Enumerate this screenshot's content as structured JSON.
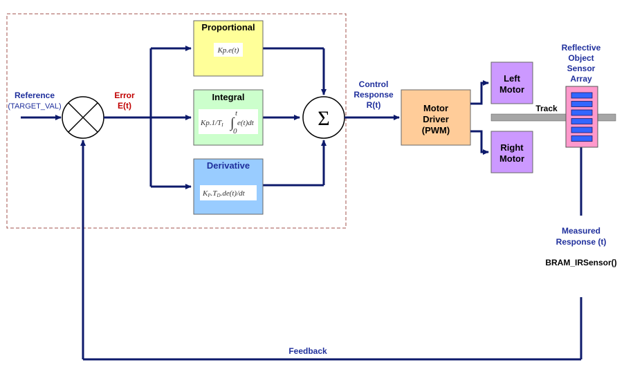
{
  "colors": {
    "line": "#0d1a6b",
    "dashed_border": "#a0524b",
    "proportional_fill": "#ffff99",
    "integral_fill": "#ccffcc",
    "derivative_fill": "#99ccff",
    "motor_driver_fill": "#ffcc99",
    "motor_fill": "#cc99ff",
    "sensor_fill": "#ff99cc",
    "sensor_cell": "#3366ff",
    "track": "#a6a6a6",
    "label_blue": "#1f2f9c",
    "label_red": "#c00000"
  },
  "labels": {
    "reference": "Reference",
    "target_val": "(TARGET_VAL)",
    "error_1": "Error",
    "error_2": "E(t)",
    "control_1": "Control",
    "control_2": "Response",
    "control_3": "R(t)",
    "track": "Track",
    "sensor_1": "Reflective",
    "sensor_2": "Object",
    "sensor_3": "Sensor",
    "sensor_4": "Array",
    "measured_1": "Measured",
    "measured_2": "Response (t)",
    "bram": "BRAM_IRSensor()",
    "feedback": "Feedback"
  },
  "blocks": {
    "proportional": {
      "title": "Proportional",
      "formula": "Kp.e(t)"
    },
    "integral": {
      "title": "Integral",
      "formula_a": "Kp.1/T",
      "formula_a_sub": "I",
      "formula_b": "e(t)dt",
      "upper_limit": "t",
      "lower_limit": "0"
    },
    "derivative": {
      "title": "Derivative",
      "formula_a": "K",
      "formula_a_sub": "P",
      "formula_b": ".T",
      "formula_b_sub": "D",
      "formula_c": ".de(t)/dt"
    },
    "summer": {
      "symbol": "Σ"
    },
    "motor_driver": {
      "line1": "Motor",
      "line2": "Driver",
      "line3": "(PWM)"
    },
    "left_motor": {
      "line1": "Left",
      "line2": "Motor"
    },
    "right_motor": {
      "line1": "Right",
      "line2": "Motor"
    }
  },
  "sensor_cell_count": 6
}
